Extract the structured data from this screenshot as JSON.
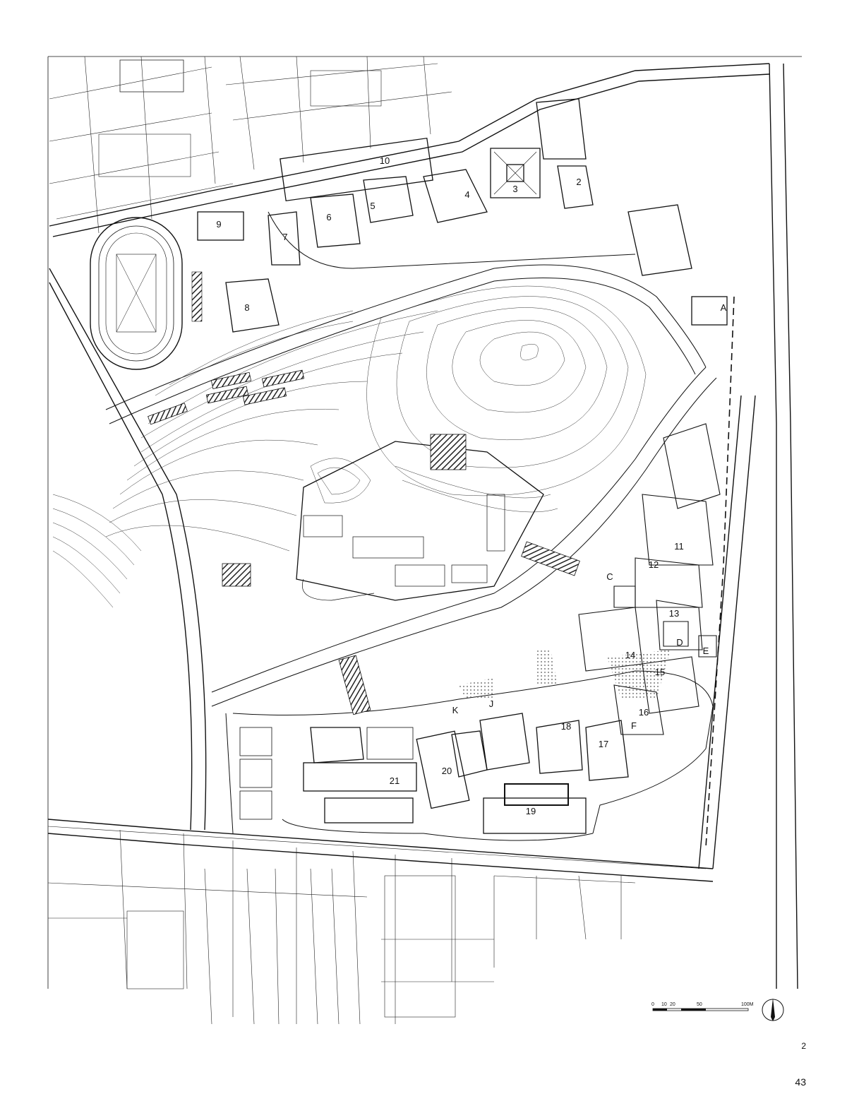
{
  "buildings": [
    {
      "id": "1",
      "label": ""
    },
    {
      "id": "2",
      "label": "2"
    },
    {
      "id": "3",
      "label": "3"
    },
    {
      "id": "4",
      "label": "4"
    },
    {
      "id": "5",
      "label": "5"
    },
    {
      "id": "6",
      "label": "6"
    },
    {
      "id": "7",
      "label": "7"
    },
    {
      "id": "8",
      "label": "8"
    },
    {
      "id": "9",
      "label": "9"
    },
    {
      "id": "10",
      "label": "10"
    },
    {
      "id": "11",
      "label": "11"
    },
    {
      "id": "12",
      "label": "12"
    },
    {
      "id": "13",
      "label": "13"
    },
    {
      "id": "14",
      "label": "14"
    },
    {
      "id": "15",
      "label": "15"
    },
    {
      "id": "16",
      "label": "16"
    },
    {
      "id": "17",
      "label": "17"
    },
    {
      "id": "18",
      "label": "18"
    },
    {
      "id": "19",
      "label": "19"
    },
    {
      "id": "20",
      "label": "20"
    },
    {
      "id": "21",
      "label": "21"
    }
  ],
  "zones": [
    {
      "id": "A",
      "label": "A"
    },
    {
      "id": "C",
      "label": "C"
    },
    {
      "id": "D",
      "label": "D"
    },
    {
      "id": "E",
      "label": "E"
    },
    {
      "id": "F",
      "label": "F"
    },
    {
      "id": "J",
      "label": "J"
    },
    {
      "id": "K",
      "label": "K"
    }
  ],
  "scale_bar": {
    "ticks": [
      "0",
      "10",
      "20",
      "50",
      "100M"
    ]
  },
  "north_arrow": "north-arrow-icon",
  "figure_number": "2",
  "page_number": "43",
  "colors": {
    "line": "#111111",
    "background": "#ffffff",
    "hatch": "#333333"
  }
}
